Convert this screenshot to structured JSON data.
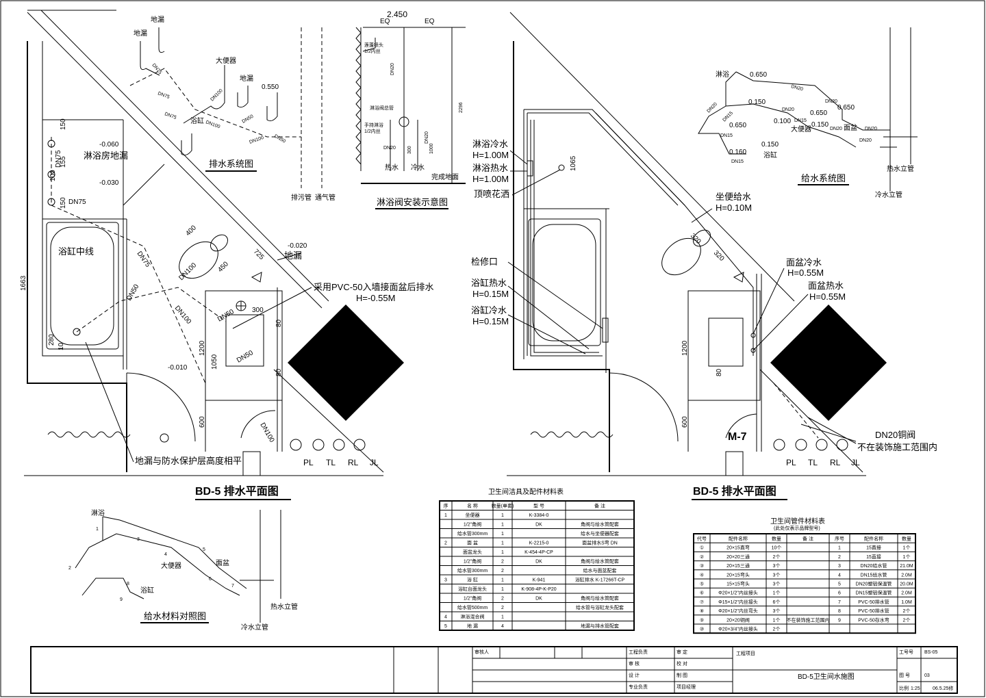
{
  "left_plan": {
    "title": "BD-5   排水平面图",
    "labels": {
      "floor_drain_shower": "淋浴房地漏",
      "tub_center": "浴缸中线",
      "floor_drain": "地漏",
      "pvc_note": "采用PVC-50入墙接面盆后排水",
      "pvc_h": "H=-0.55M",
      "drain_note": "地漏与防水保护层高度相平"
    },
    "elevations": [
      "-0.060",
      "-0.030",
      "-0.020",
      "-0.010"
    ],
    "pipes": [
      "DN75",
      "DN75",
      "DN75",
      "DN50",
      "DN100",
      "DN100",
      "DN50",
      "DN50",
      "DN100"
    ],
    "dims": [
      "150",
      "155",
      "150",
      "100",
      "1663",
      "400",
      "725",
      "300",
      "450",
      "80",
      "1200",
      "1050",
      "80",
      "600",
      "280",
      "10"
    ],
    "risers": [
      "PL",
      "TL",
      "RL",
      "JL"
    ]
  },
  "drain_system": {
    "title": "排水系统图",
    "labels": [
      "地漏",
      "地漏",
      "大便器",
      "地漏",
      "浴缸",
      "排污管",
      "通气管"
    ],
    "elev": "0.550",
    "pipes": [
      "DN75",
      "DN75",
      "DN75",
      "DN100",
      "DN100",
      "DN50",
      "DN100",
      "DN50"
    ]
  },
  "valve_diagram": {
    "title": "淋浴阀安装示意图",
    "top_dim": "2.450",
    "eq1": "EQ",
    "eq2": "EQ",
    "labels": [
      "莲蓬喷头",
      "1/2内丝",
      "淋浴阀总管",
      "手持淋浴",
      "1/2内丝",
      "DN20",
      "DN20",
      "DN20",
      "热水",
      "冷水",
      "完成地面"
    ],
    "dims": [
      "2296",
      "1000",
      "300"
    ]
  },
  "right_plan": {
    "title": "BD-5   排水平面图",
    "labels": {
      "shower_cold": "淋浴冷水",
      "shower_cold_h": "H=1.00M",
      "shower_hot": "淋浴热水",
      "shower_hot_h": "H=1.00M",
      "top_spray": "顶喷花洒",
      "wc_water": "坐便给水",
      "wc_water_h": "H=0.10M",
      "access": "检修口",
      "tub_hot": "浴缸热水",
      "tub_hot_h": "H=0.15M",
      "tub_cold": "浴缸冷水",
      "tub_cold_h": "H=0.15M",
      "basin_cold": "面盆冷水",
      "basin_cold_h": "H=0.55M",
      "basin_hot": "面盆热水",
      "basin_hot_h": "H=0.55M",
      "valve": "DN20铜阀",
      "not_in_scope": "不在装饰施工范围内",
      "door": "M-7"
    },
    "dims": [
      "1065",
      "1200",
      "80",
      "600",
      "320",
      "320"
    ],
    "risers": [
      "PL",
      "TL",
      "RL",
      "JL"
    ]
  },
  "supply_system": {
    "title": "给水系统图",
    "labels": [
      "淋浴",
      "大便器",
      "浴缸",
      "面盆",
      "热水立管",
      "冷水立管"
    ],
    "elevs": [
      "0.650",
      "0.150",
      "0.650",
      "0.650",
      "0.100",
      "0.150",
      "0.650",
      "0.150",
      "0.160"
    ],
    "pipes": [
      "DN20",
      "DN20",
      "DN20",
      "DN20",
      "DN15",
      "DN15",
      "DN15",
      "DN15",
      "DN20",
      "DN20",
      "DN20"
    ]
  },
  "supply_material": {
    "title": "给水材料对照图",
    "labels": [
      "淋浴",
      "大便器",
      "面盆",
      "浴缸",
      "热水立管",
      "冷水立管"
    ],
    "markers": [
      "1",
      "2",
      "3",
      "4",
      "5",
      "6",
      "7",
      "8",
      "9"
    ]
  },
  "fixture_table": {
    "title": "卫生间洁具及配件材料表",
    "headers": [
      "序",
      "名  称",
      "数量(单套)",
      "型  号",
      "备    注"
    ],
    "rows": [
      [
        "1",
        "坐便器",
        "1",
        "K-3384-0",
        ""
      ],
      [
        "",
        "1/2\"角阀",
        "1",
        "DK",
        "角阀与给水管配套"
      ],
      [
        "",
        "给水管300mm",
        "1",
        "",
        "给水与坐便器配套"
      ],
      [
        "2",
        "面  盆",
        "1",
        "K-2215-0",
        "面盆排水S弯  DN"
      ],
      [
        "",
        "面盆龙头",
        "1",
        "K-454-4P-CP",
        ""
      ],
      [
        "",
        "1/2\"角阀",
        "2",
        "DK",
        "角阀与给水管配套"
      ],
      [
        "",
        "给水管300mm",
        "2",
        "",
        "给水与面盆配套"
      ],
      [
        "3",
        "浴  缸",
        "1",
        "K-941",
        "浴缸排水  K-17266T-CP"
      ],
      [
        "",
        "浴缸台面龙头",
        "1",
        "K-908-4P-K-P20",
        ""
      ],
      [
        "",
        "1/2\"角阀",
        "2",
        "DK",
        "角阀与给水管配套"
      ],
      [
        "",
        "给水管500mm",
        "2",
        "",
        "给水管与浴缸龙头配套"
      ],
      [
        "4",
        "淋浴混合阀",
        "1",
        "",
        ""
      ],
      [
        "5",
        "地  漏",
        "4",
        "",
        "地漏与排水管配套"
      ]
    ]
  },
  "pipe_table": {
    "title": "卫生间管件材料表",
    "subtitle": "(此处仅表示品牌型号)",
    "headers": [
      "代号",
      "配件名称",
      "数量",
      "备  注",
      "序号",
      "配件名称",
      "数量"
    ],
    "rows": [
      [
        "①",
        "20×15直弯",
        "10个",
        "",
        "1",
        "15直接",
        "1个"
      ],
      [
        "②",
        "20×20三通",
        "2个",
        "",
        "2",
        "15直接",
        "1个"
      ],
      [
        "③",
        "20×15三通",
        "3个",
        "",
        "3",
        "DN20给水管",
        "21.0M"
      ],
      [
        "④",
        "20×15弯头",
        "3个",
        "",
        "4",
        "DN15给水管",
        "2.0M"
      ],
      [
        "⑤",
        "15×15弯头",
        "3个",
        "",
        "5",
        "DN20塑铝保温管",
        "20.0M"
      ],
      [
        "⑥",
        "Φ20×1/2\"内丝接头",
        "1个",
        "",
        "6",
        "DN15塑铝保温管",
        "2.0M"
      ],
      [
        "⑦",
        "Φ15×1/2\"内丝接头",
        "6个",
        "",
        "7",
        "PVC-50排水管",
        "1.0M"
      ],
      [
        "⑧",
        "Φ20×1/2\"内丝弯头",
        "3个",
        "",
        "8",
        "PVC-50排水管",
        "2个"
      ],
      [
        "⑨",
        "20×20铜阀",
        "1个",
        "不在装饰施工范围内",
        "9",
        "PVC-50存水弯",
        "2个"
      ],
      [
        "⑩",
        "Φ20×3/4\"内丝接头",
        "2个",
        "",
        "",
        "",
        ""
      ]
    ]
  },
  "title_block": {
    "drawing_title": "BD-5卫生间水施图",
    "project": "工程项目",
    "sheet_no_label": "工号号",
    "sheet_no": "BS-05",
    "scale_label": "比例",
    "scale": "1:25",
    "date": "06.5.25修",
    "cells": [
      "工程负责",
      "审  核",
      "设  计",
      "专业负责",
      "审  定",
      "校  对",
      "制  图",
      "项目经理",
      "审核人",
      "图  号"
    ],
    "sheet_index": "03"
  }
}
